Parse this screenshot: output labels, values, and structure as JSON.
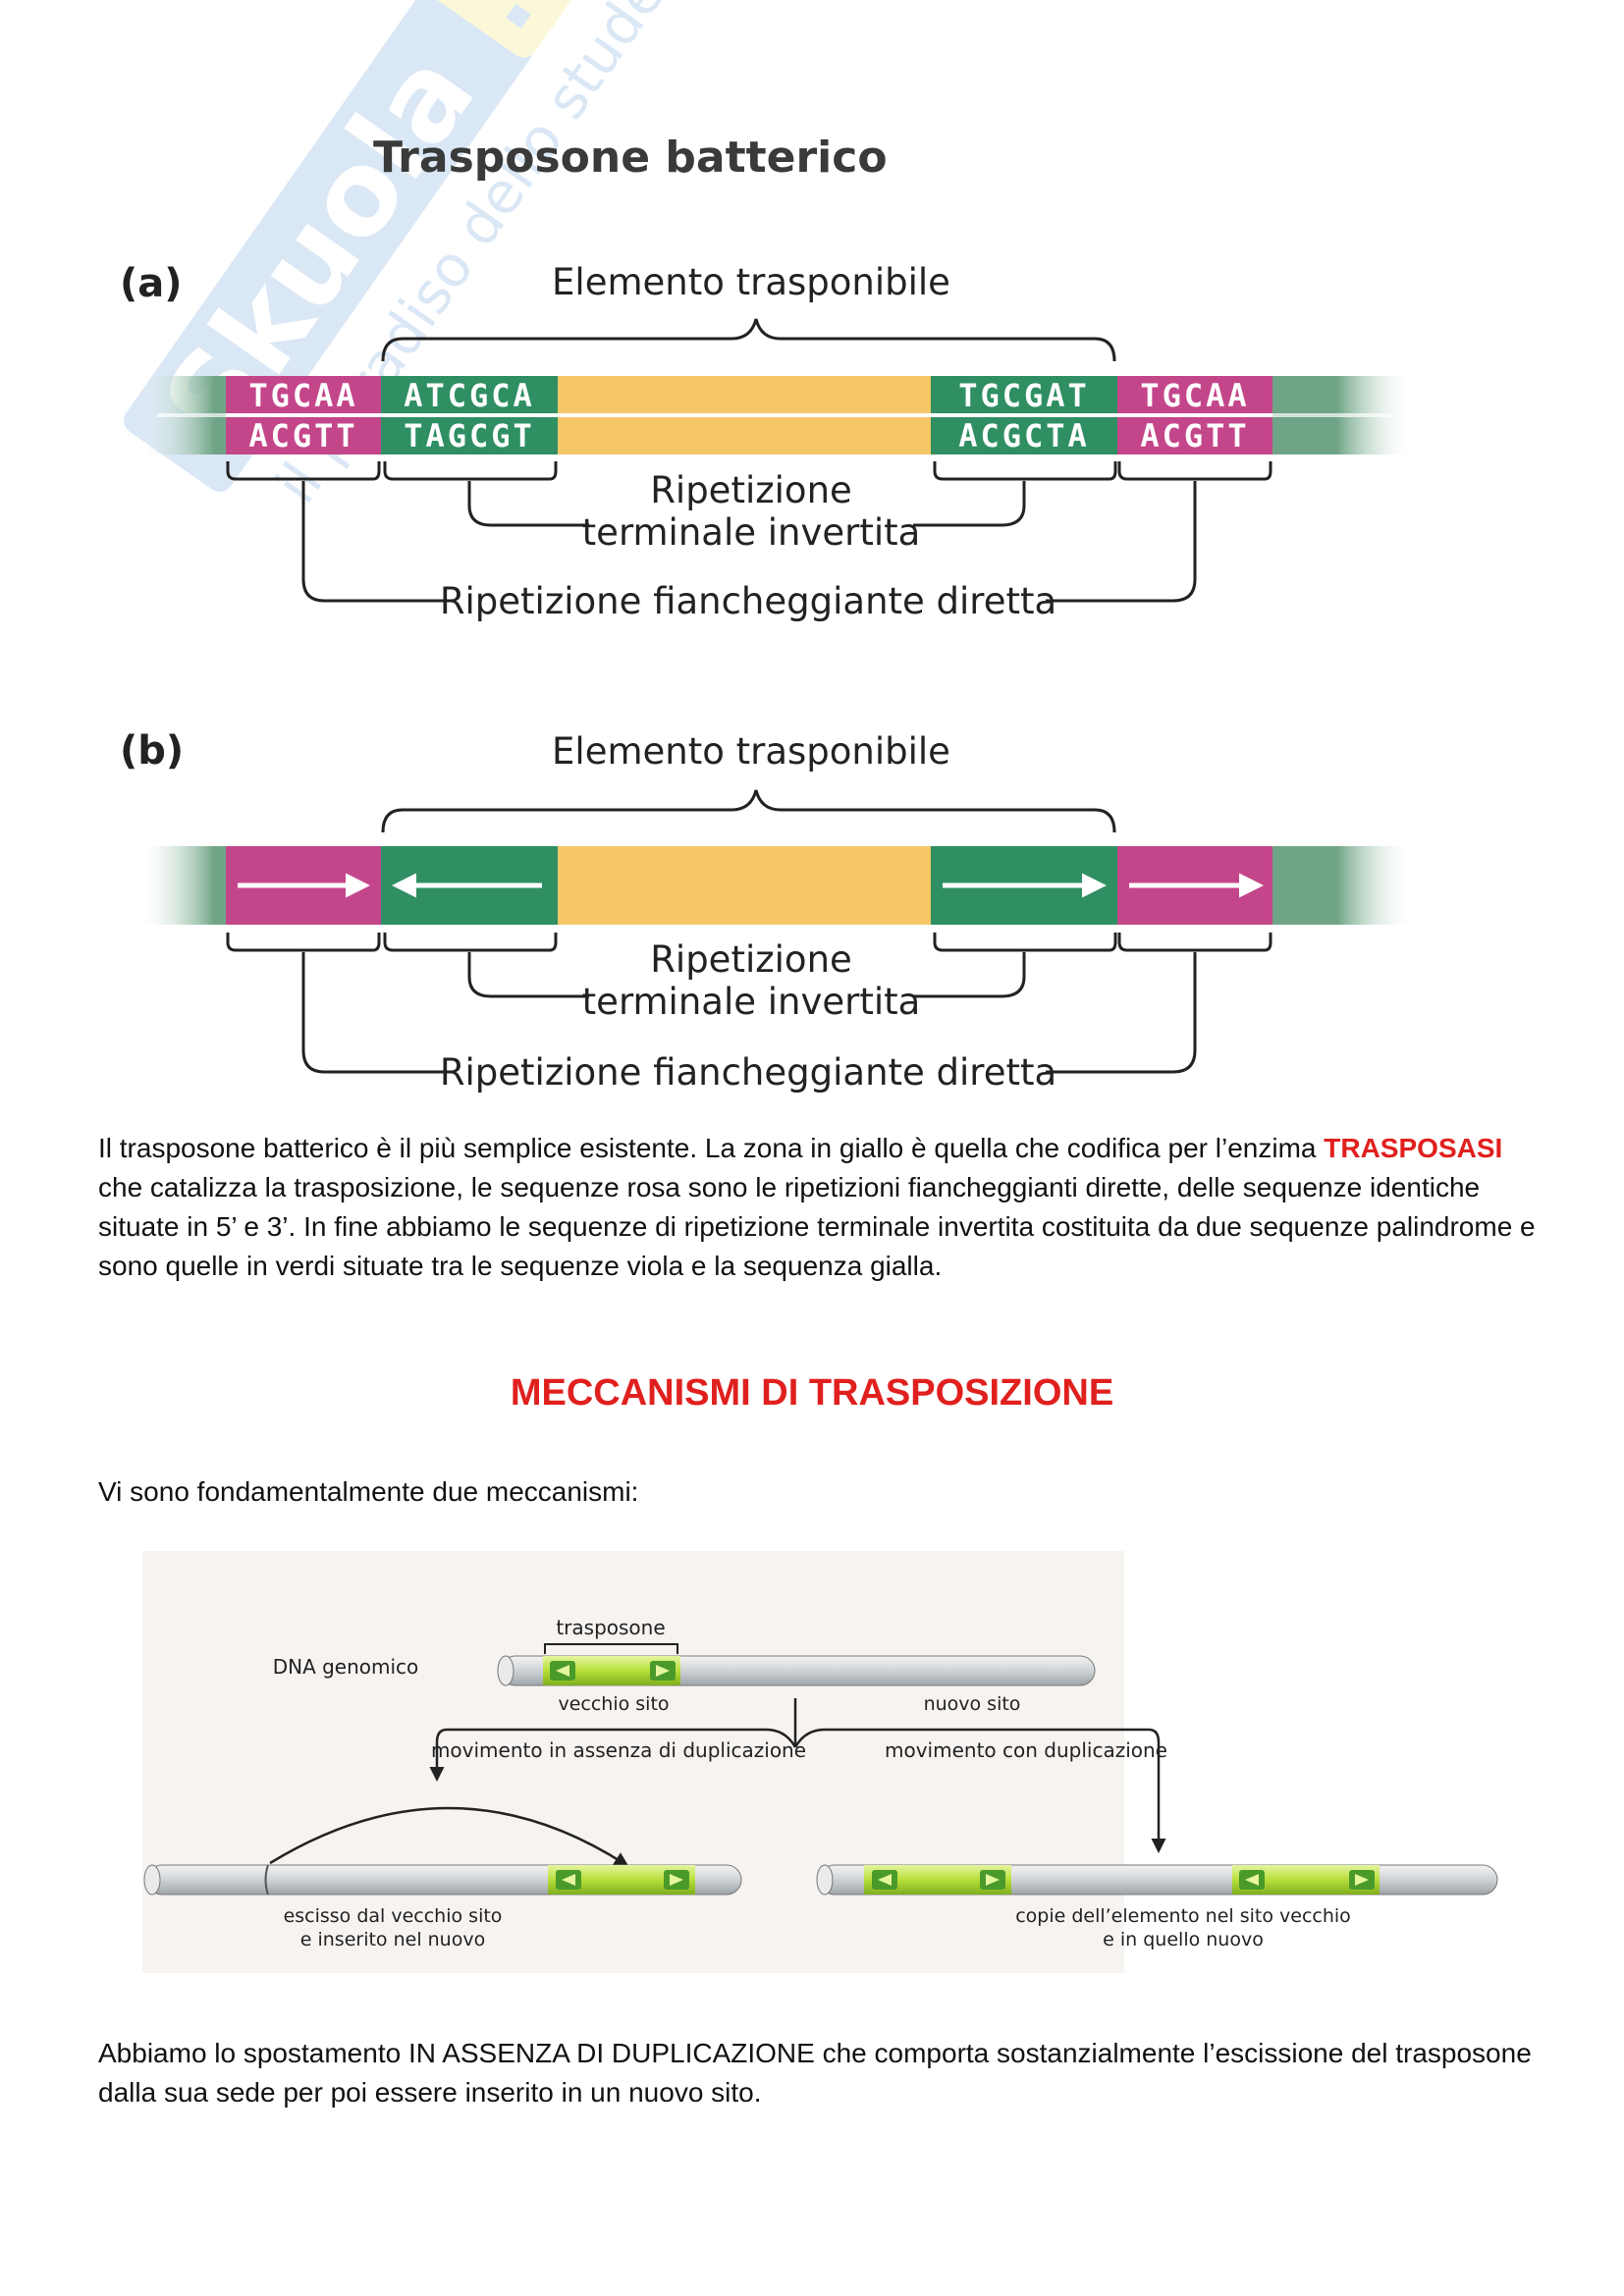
{
  "figure1": {
    "title": "Trasposone batterico",
    "panel_a": {
      "label": "(a)",
      "element_label": "Elemento trasponibile",
      "left_direct_top": "TGCAA",
      "left_direct_bottom": "ACGTT",
      "left_inverted_top": "ATCGCA",
      "left_inverted_bottom": "TAGCGT",
      "right_inverted_top": "TGCGAT",
      "right_inverted_bottom": "ACGCTA",
      "right_direct_top": "TGCAA",
      "right_direct_bottom": "ACGTT",
      "inverted_label_1": "Ripetizione",
      "inverted_label_2": "terminale invertita",
      "direct_label": "Ripetizione fiancheggiante diretta"
    },
    "panel_b": {
      "label": "(b)",
      "element_label": "Elemento trasponibile",
      "inverted_label_1": "Ripetizione",
      "inverted_label_2": "terminale invertita",
      "direct_label": "Ripetizione fiancheggiante diretta"
    },
    "watermark": "Skuola.net il paradiso dello studente"
  },
  "paragraph1": {
    "text_1": "Il trasposone batterico è il più semplice esistente. La zona in giallo è quella che codifica per l’enzima ",
    "highlight": "TRASPOSASI",
    "text_2": " che catalizza la trasposizione, le sequenze rosa sono le ripetizioni fiancheggianti dirette, delle sequenze identiche situate in 5’ e 3’. In fine abbiamo le sequenze di ripetizione terminale invertita costituita da due sequenze palindrome e sono quelle in verdi situate tra le sequenze viola e la sequenza gialla."
  },
  "heading": "MECCANISMI DI TRASPOSIZIONE",
  "paragraph2": "Vi sono fondamentalmente due meccanismi:",
  "figure2": {
    "trasposone": "trasposone",
    "dna_genomico": "DNA genomico",
    "vecchio_sito": "vecchio sito",
    "nuovo_sito": "nuovo sito",
    "no_dup": "movimento in assenza di duplicazione",
    "with_dup": "movimento con duplicazione",
    "escisso_1": "escisso dal vecchio sito",
    "escisso_2": "e inserito nel nuovo",
    "copie_1": "copie dell’elemento nel sito vecchio",
    "copie_2": "e in quello nuovo"
  },
  "paragraph3": "Abbiamo lo spostamento IN ASSENZA DI DUPLICAZIONE che comporta sostanzialmente l’escissione del trasposone dalla sua sede per poi essere inserito in un nuovo sito.",
  "colors": {
    "dna_green": "#6fa586",
    "pink": "#c4468a",
    "yellow": "#f6c766",
    "teal": "#2f8f63",
    "red": "#e0201e"
  }
}
